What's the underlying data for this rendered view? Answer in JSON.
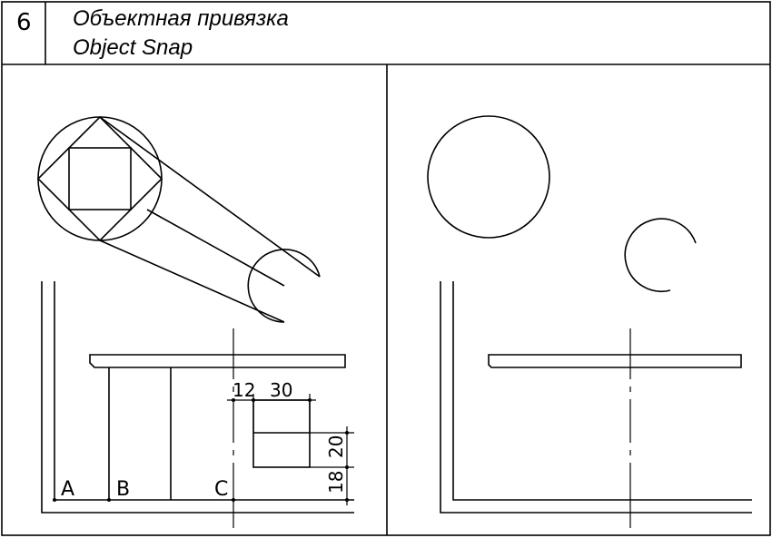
{
  "header": {
    "number": "6",
    "title_ru": "Объектная привязка",
    "title_en": "Object Snap"
  },
  "left_panel": {
    "point_labels": [
      "A",
      "B",
      "C"
    ],
    "dimensions": {
      "offset_x": "12",
      "width": "30",
      "height": "20",
      "offset_y": "18"
    }
  }
}
